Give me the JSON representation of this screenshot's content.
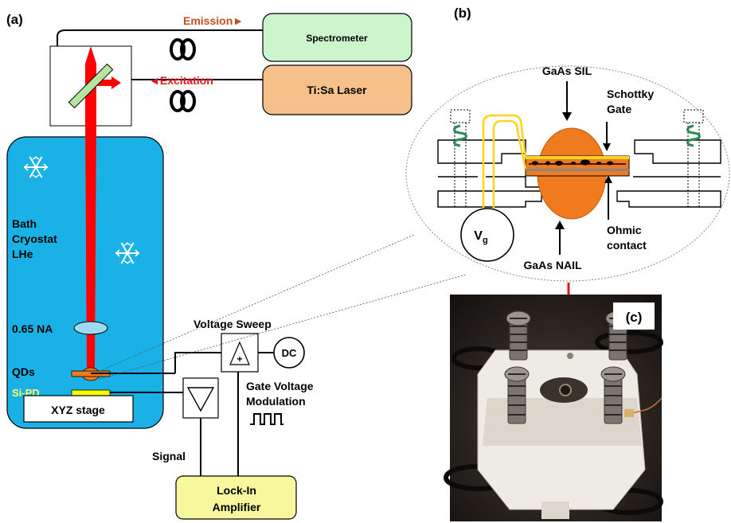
{
  "panels": {
    "a": "(a)",
    "b": "(b)",
    "c": "(c)"
  },
  "labels": {
    "emission": "Emission►",
    "excitation": "◄Excitation",
    "spectrometer": "Spectrometer",
    "laser": "Ti:Sa Laser",
    "bath_cryostat": [
      "Bath",
      "Cryostat",
      "LHe"
    ],
    "na": "0.65 NA",
    "qds": "QDs",
    "si_pd": "Si-PD",
    "xyz_stage": "XYZ stage",
    "voltage_sweep": "Voltage Sweep",
    "dc": "DC",
    "gate_voltage_modulation": [
      "Gate Voltage",
      "Modulation"
    ],
    "signal": "Signal",
    "lock_in": [
      "Lock-In",
      "Amplifier"
    ],
    "gaas_sil": "GaAs SIL",
    "schottky_gate": [
      "Schottky",
      "Gate"
    ],
    "ohmic_contact": [
      "Ohmic",
      "contact"
    ],
    "gaas_nail": "GaAs NAIL",
    "vg": "V",
    "vg_sub": "g"
  },
  "colors": {
    "cryostat": "#1ab2e6",
    "beam": "#ff0000",
    "spectrometer": "#ccf5cc",
    "laser": "#f6c08a",
    "lock_in": "#f7f79e",
    "sil": "#f07a1e",
    "wire": "#ffd21f",
    "spring": "#2e8b57",
    "emission_text": "#c0501c",
    "excitation_text": "#e8161c",
    "si_pd_text": "#ffff66"
  },
  "icons": [
    "snowflake-icon",
    "fiber-coil-icon",
    "triangle-amplifier-icon",
    "square-wave-icon",
    "ground-plate-icon"
  ]
}
